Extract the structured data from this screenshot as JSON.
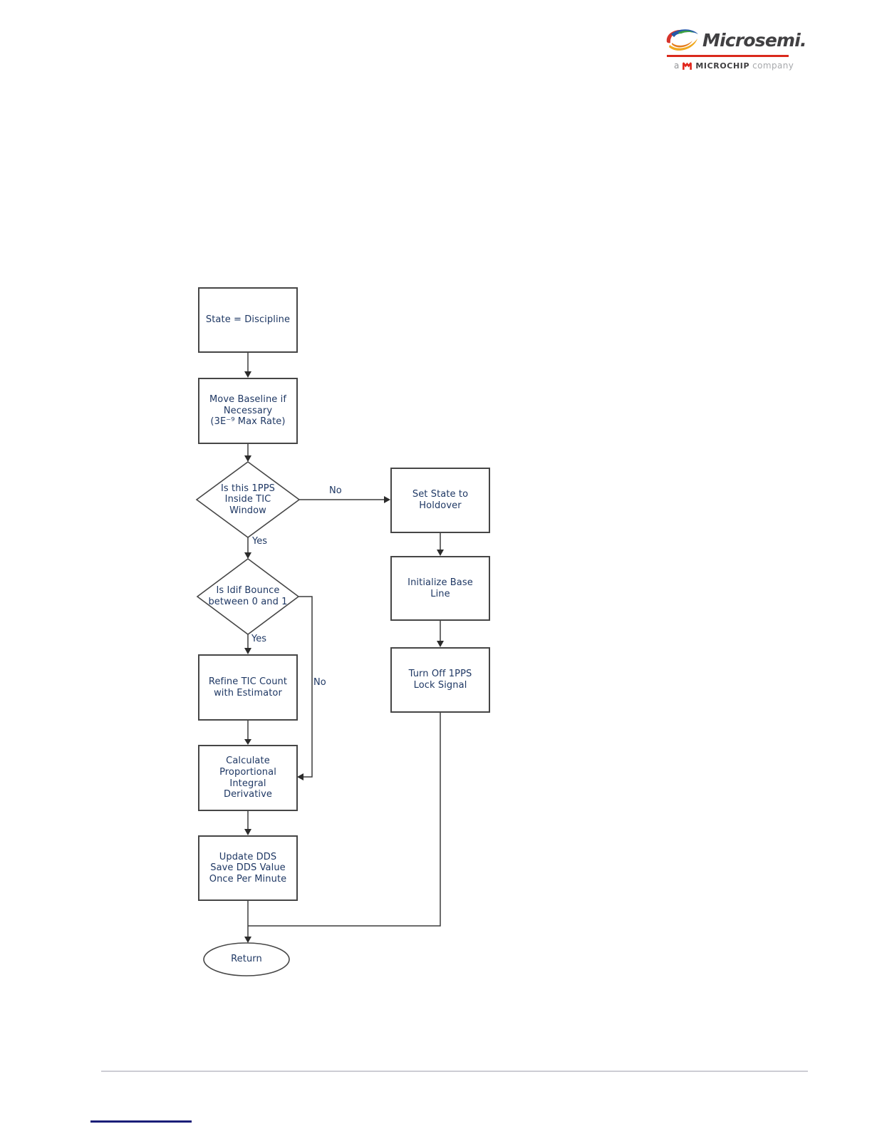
{
  "logo": {
    "brand": "Microsemi.",
    "tagline_prefix": "a",
    "tagline_brand": "MICROCHIP",
    "tagline_suffix": "company",
    "accent_red": "#DA291C"
  },
  "flowchart": {
    "nodes": {
      "state": {
        "label": "State = Discipline"
      },
      "move_baseline": {
        "label": "Move Baseline if\nNecessary\n(3E⁻⁹ Max Rate)"
      },
      "tic_window": {
        "label": "Is this 1PPS\nInside TIC\nWindow"
      },
      "set_holdover": {
        "label": "Set State to\nHoldover"
      },
      "idif_bounce": {
        "label": "Is Idif Bounce\nbetween 0 and 1"
      },
      "init_baseline": {
        "label": "Initialize Base\nLine"
      },
      "refine_tic": {
        "label": "Refine TIC Count\nwith Estimator"
      },
      "turn_off_lock": {
        "label": "Turn Off 1PPS\nLock Signal"
      },
      "calc_pid": {
        "label": "Calculate\nProportional\nIntegral\nDerivative"
      },
      "update_dds": {
        "label": "Update DDS\nSave DDS Value\nOnce Per Minute"
      },
      "return": {
        "label": "Return"
      }
    },
    "edge_labels": {
      "tic_yes": "Yes",
      "tic_no": "No",
      "idif_yes": "Yes",
      "idif_no": "No"
    },
    "colors": {
      "text": "#1F3864",
      "line": "#3C3C3C",
      "border": "#464646"
    }
  }
}
